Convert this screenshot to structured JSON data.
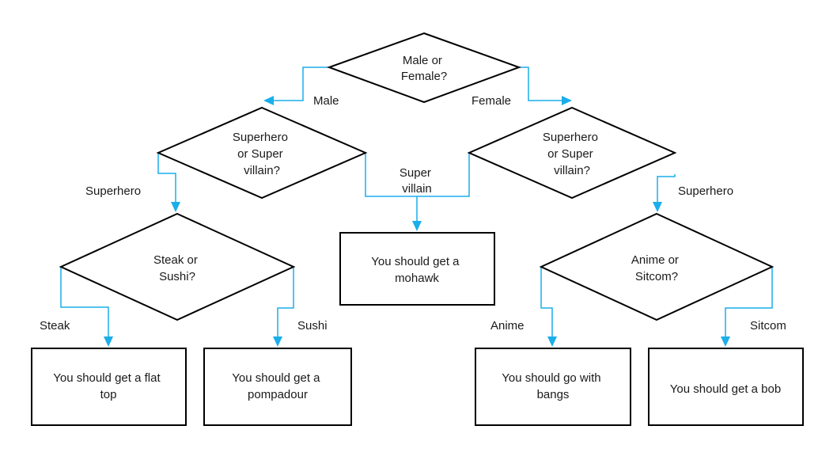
{
  "diagram": {
    "colors": {
      "connector": "#1aaeea",
      "shape_stroke": "#000000",
      "text": "#1a1a1a"
    },
    "decisions": {
      "gender": [
        "Male or",
        "Female?"
      ],
      "hero_left": [
        "Superhero",
        "or Super",
        "villain?"
      ],
      "hero_right": [
        "Superhero",
        "or Super",
        "villain?"
      ],
      "food": [
        "Steak or",
        "Sushi?"
      ],
      "show": [
        "Anime or",
        "Sitcom?"
      ]
    },
    "results": {
      "mohawk": [
        "You should get a",
        "mohawk"
      ],
      "flat_top": [
        "You should get a flat",
        "top"
      ],
      "pompadour": [
        "You should get a",
        "pompadour"
      ],
      "bangs": [
        "You should go with",
        "bangs"
      ],
      "bob": [
        "You should get a bob"
      ]
    },
    "edge_labels": {
      "male": "Male",
      "female": "Female",
      "superhero_left": "Superhero",
      "supervillain": [
        "Super",
        "villain"
      ],
      "superhero_right": "Superhero",
      "steak": "Steak",
      "sushi": "Sushi",
      "anime": "Anime",
      "sitcom": "Sitcom"
    }
  }
}
